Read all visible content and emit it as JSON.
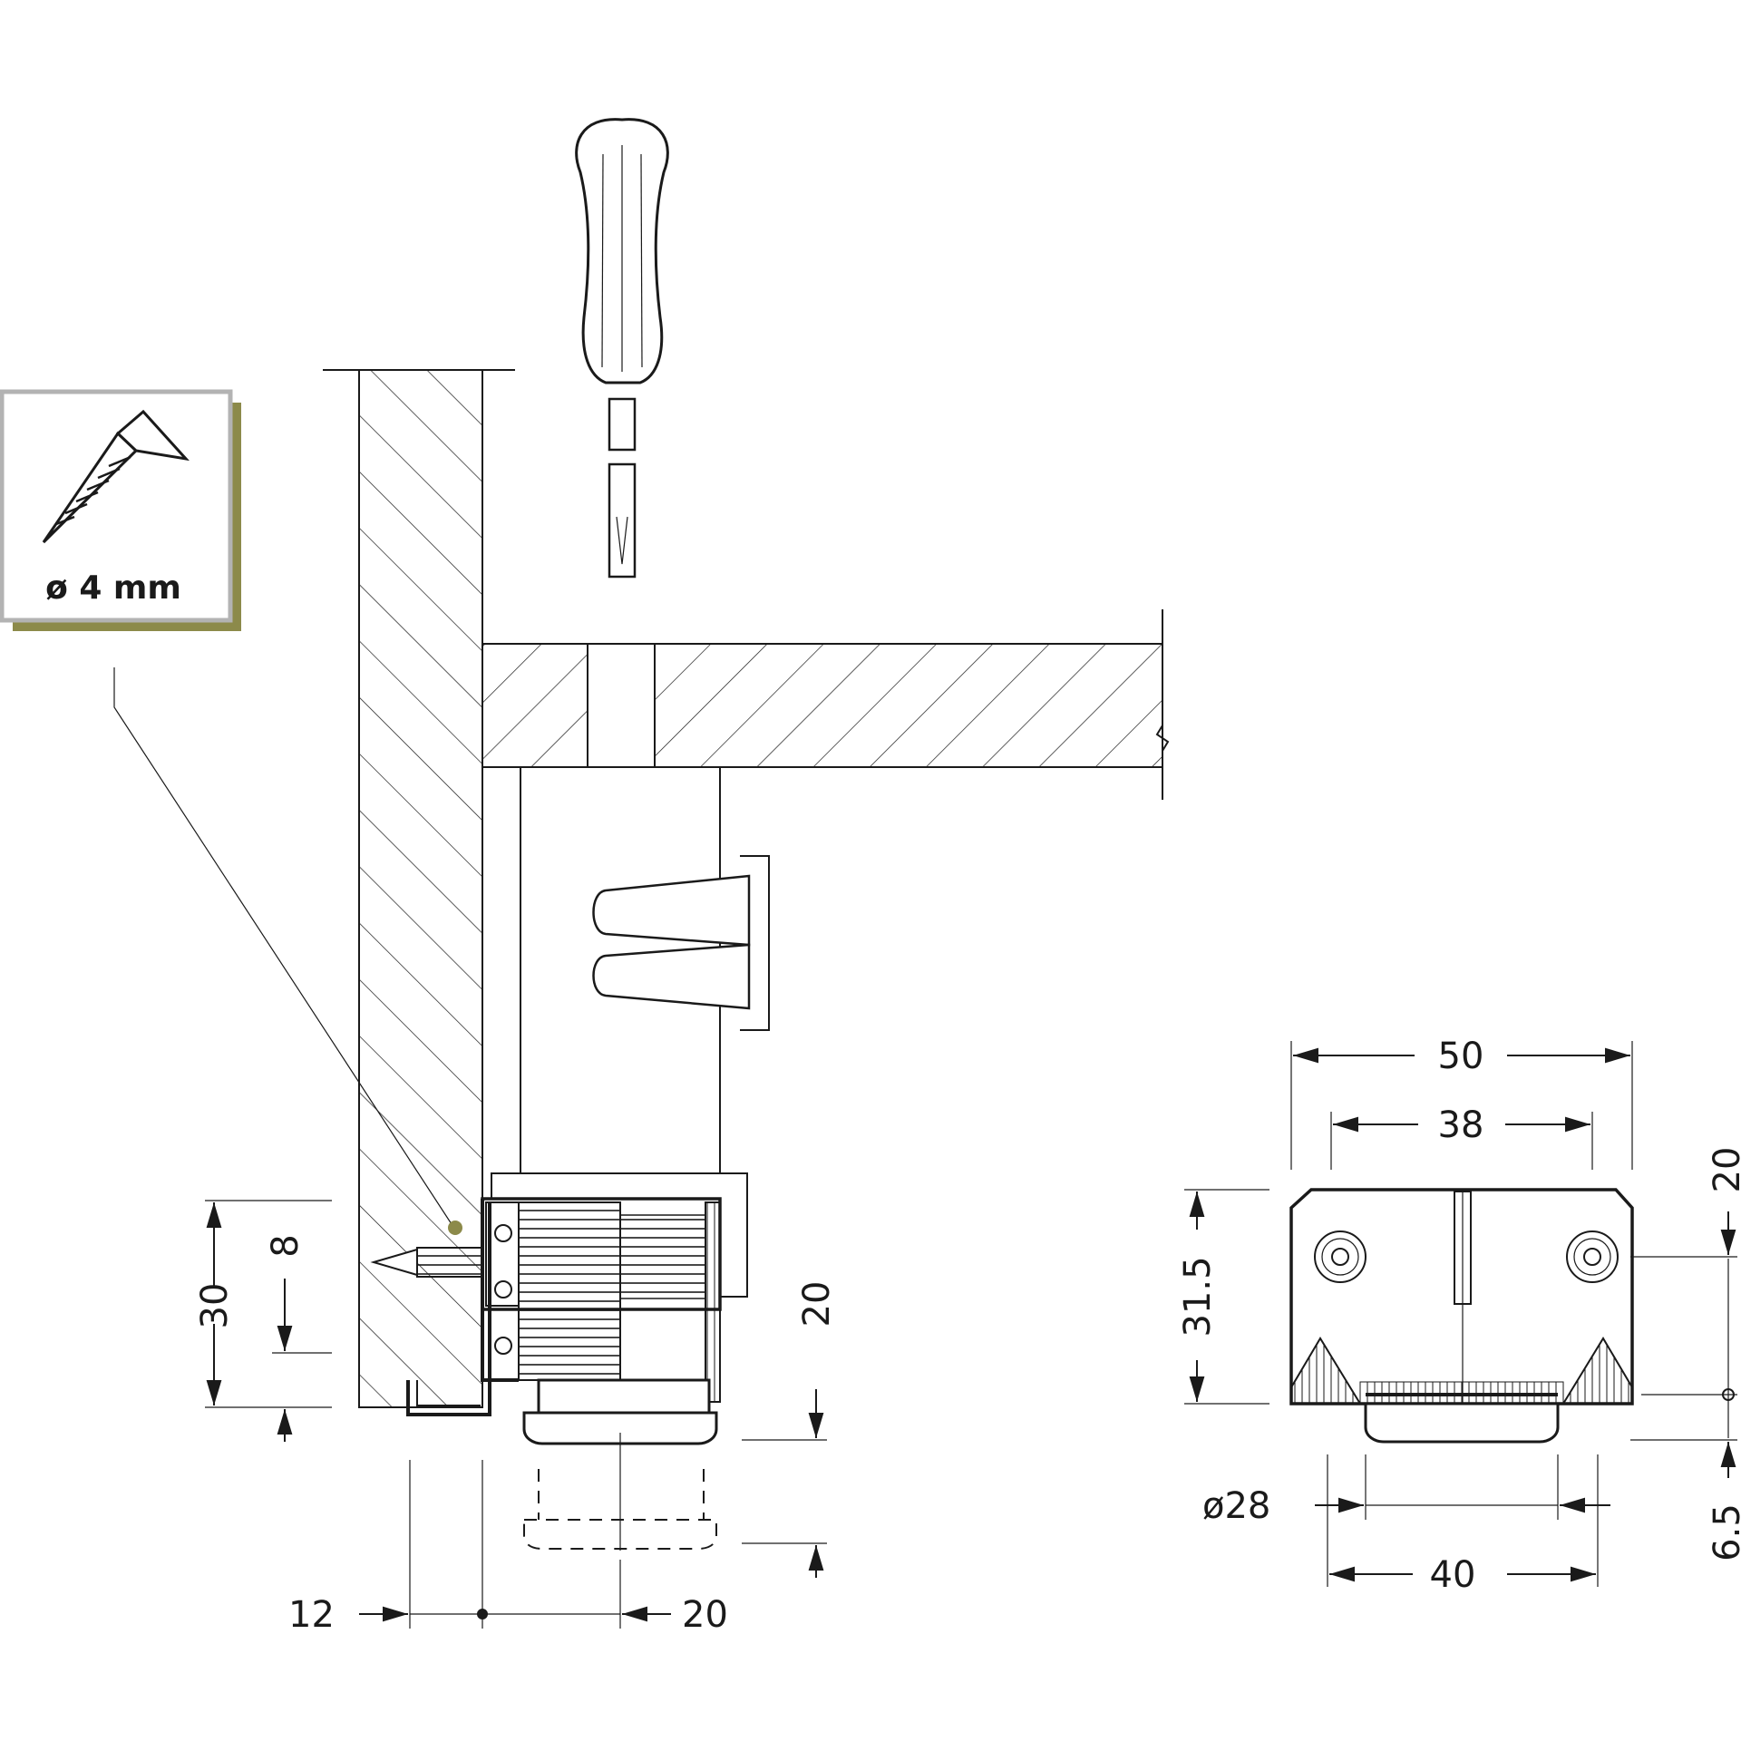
{
  "screw_badge": {
    "icon": "wood-screw-icon",
    "label": "ø 4 mm",
    "accent_color": "#8c8a4a",
    "border_color": "#b3b3b3"
  },
  "side_view_dimensions": {
    "height_total": "30",
    "height_screw": "8",
    "adjust_range": "20",
    "offset_left": "12",
    "offset_right": "20"
  },
  "front_view_dimensions": {
    "width_total": "50",
    "hole_spacing": "38",
    "height": "31.5",
    "foot_diameter": "ø28",
    "base_width": "40",
    "top_to_holes": "20",
    "foot_height": "6.5"
  },
  "colors": {
    "line": "#1a1a1a",
    "screw_point": "#8c8a4a"
  }
}
